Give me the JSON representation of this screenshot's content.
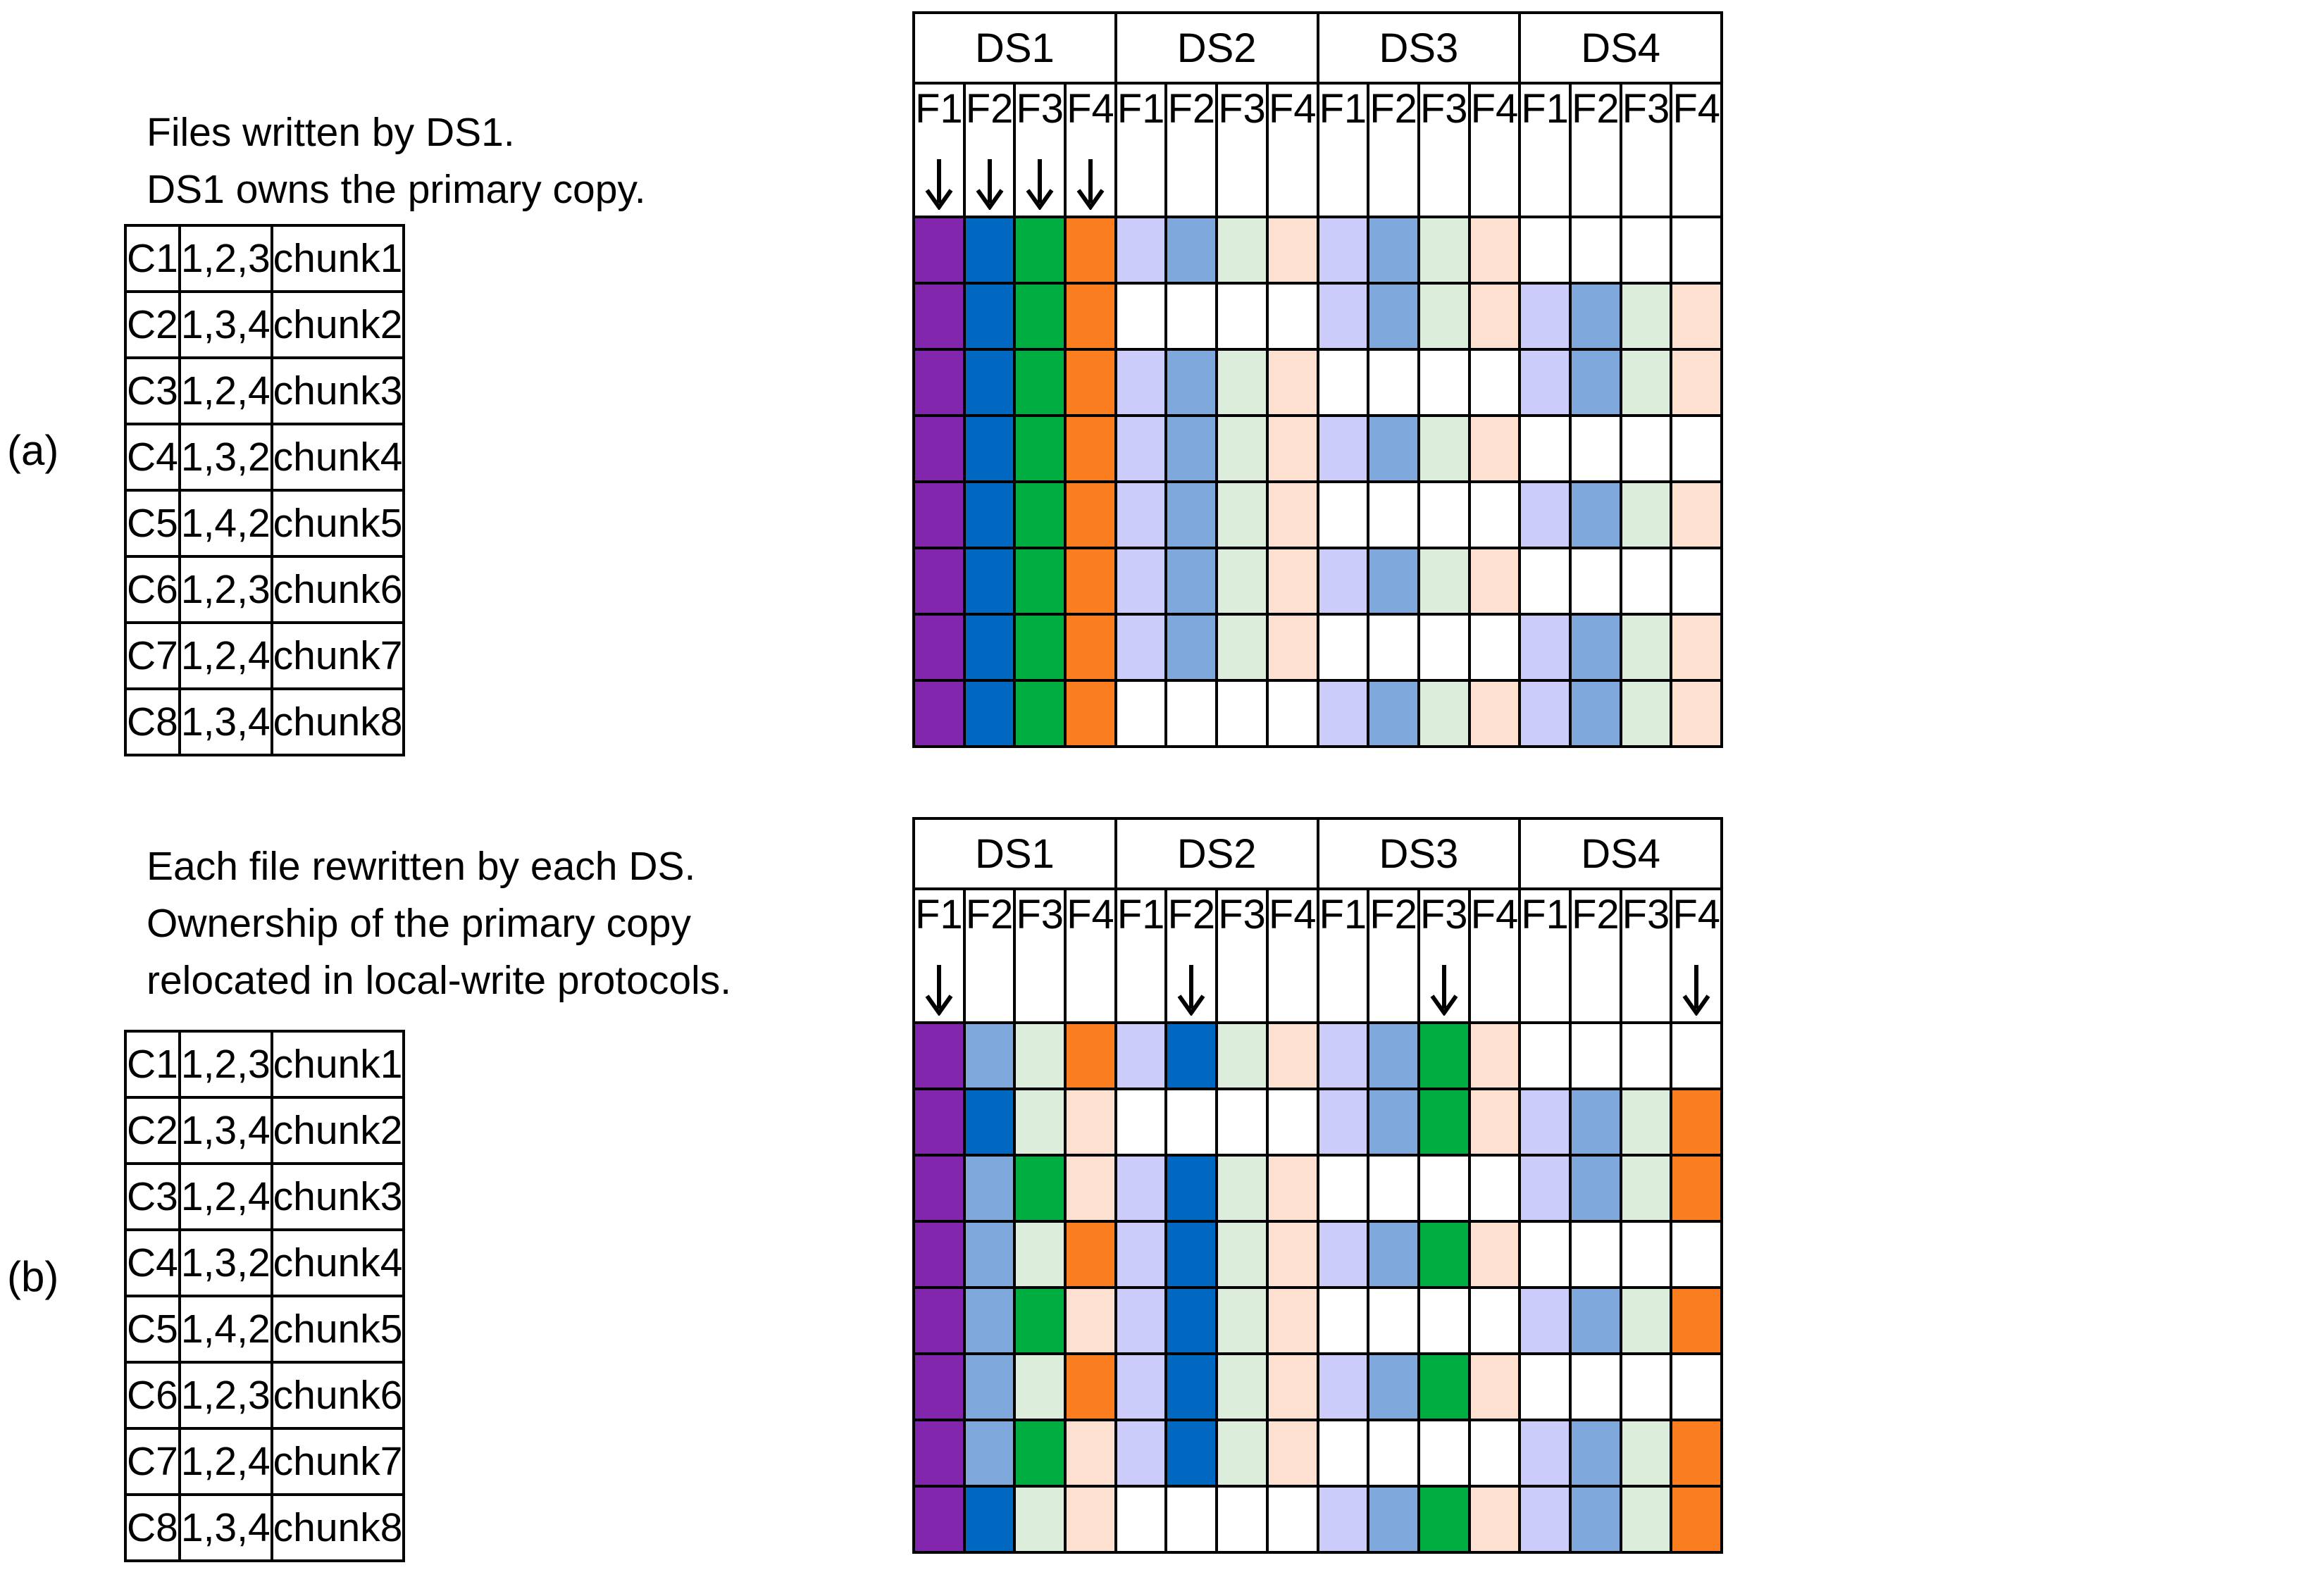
{
  "figure": {
    "panels": [
      {
        "label": "(a)",
        "caption_lines": [
          "Files written by DS1.",
          "DS1 owns the primary copy."
        ],
        "ds_groups": [
          "DS1",
          "DS2",
          "DS3",
          "DS4"
        ],
        "file_headers": [
          "F1",
          "F2",
          "F3",
          "F4"
        ],
        "arrow_columns": [
          0,
          1,
          2,
          3
        ],
        "arrow_icon": "down-arrow-icon",
        "rows": [
          {
            "chunk_id": "C1",
            "replicas": "1,2,3",
            "chunk_name": "chunk1",
            "cells": [
              "purple",
              "blue",
              "green",
              "orange",
              "lav",
              "lblue",
              "lgreen",
              "lpeach",
              "lav",
              "lblue",
              "lgreen",
              "lpeach",
              "white",
              "white",
              "white",
              "white"
            ]
          },
          {
            "chunk_id": "C2",
            "replicas": "1,3,4",
            "chunk_name": "chunk2",
            "cells": [
              "purple",
              "blue",
              "green",
              "orange",
              "white",
              "white",
              "white",
              "white",
              "lav",
              "lblue",
              "lgreen",
              "lpeach",
              "lav",
              "lblue",
              "lgreen",
              "lpeach"
            ]
          },
          {
            "chunk_id": "C3",
            "replicas": "1,2,4",
            "chunk_name": "chunk3",
            "cells": [
              "purple",
              "blue",
              "green",
              "orange",
              "lav",
              "lblue",
              "lgreen",
              "lpeach",
              "white",
              "white",
              "white",
              "white",
              "lav",
              "lblue",
              "lgreen",
              "lpeach"
            ]
          },
          {
            "chunk_id": "C4",
            "replicas": "1,3,2",
            "chunk_name": "chunk4",
            "cells": [
              "purple",
              "blue",
              "green",
              "orange",
              "lav",
              "lblue",
              "lgreen",
              "lpeach",
              "lav",
              "lblue",
              "lgreen",
              "lpeach",
              "white",
              "white",
              "white",
              "white"
            ]
          },
          {
            "chunk_id": "C5",
            "replicas": "1,4,2",
            "chunk_name": "chunk5",
            "cells": [
              "purple",
              "blue",
              "green",
              "orange",
              "lav",
              "lblue",
              "lgreen",
              "lpeach",
              "white",
              "white",
              "white",
              "white",
              "lav",
              "lblue",
              "lgreen",
              "lpeach"
            ]
          },
          {
            "chunk_id": "C6",
            "replicas": "1,2,3",
            "chunk_name": "chunk6",
            "cells": [
              "purple",
              "blue",
              "green",
              "orange",
              "lav",
              "lblue",
              "lgreen",
              "lpeach",
              "lav",
              "lblue",
              "lgreen",
              "lpeach",
              "white",
              "white",
              "white",
              "white"
            ]
          },
          {
            "chunk_id": "C7",
            "replicas": "1,2,4",
            "chunk_name": "chunk7",
            "cells": [
              "purple",
              "blue",
              "green",
              "orange",
              "lav",
              "lblue",
              "lgreen",
              "lpeach",
              "white",
              "white",
              "white",
              "white",
              "lav",
              "lblue",
              "lgreen",
              "lpeach"
            ]
          },
          {
            "chunk_id": "C8",
            "replicas": "1,3,4",
            "chunk_name": "chunk8",
            "cells": [
              "purple",
              "blue",
              "green",
              "orange",
              "white",
              "white",
              "white",
              "white",
              "lav",
              "lblue",
              "lgreen",
              "lpeach",
              "lav",
              "lblue",
              "lgreen",
              "lpeach"
            ]
          }
        ]
      },
      {
        "label": "(b)",
        "caption_lines": [
          "Each file rewritten by each DS.",
          "Ownership of the primary copy",
          "relocated in local-write protocols."
        ],
        "ds_groups": [
          "DS1",
          "DS2",
          "DS3",
          "DS4"
        ],
        "file_headers": [
          "F1",
          "F2",
          "F3",
          "F4"
        ],
        "arrow_columns": [
          0,
          5,
          10,
          15
        ],
        "arrow_icon": "down-arrow-icon",
        "rows": [
          {
            "chunk_id": "C1",
            "replicas": "1,2,3",
            "chunk_name": "chunk1",
            "cells": [
              "purple",
              "lblue",
              "lgreen",
              "orange",
              "lav",
              "blue",
              "lgreen",
              "lpeach",
              "lav",
              "lblue",
              "green",
              "lpeach",
              "white",
              "white",
              "white",
              "white"
            ]
          },
          {
            "chunk_id": "C2",
            "replicas": "1,3,4",
            "chunk_name": "chunk2",
            "cells": [
              "purple",
              "blue",
              "lgreen",
              "lpeach",
              "white",
              "white",
              "white",
              "white",
              "lav",
              "lblue",
              "green",
              "lpeach",
              "lav",
              "lblue",
              "lgreen",
              "orange"
            ]
          },
          {
            "chunk_id": "C3",
            "replicas": "1,2,4",
            "chunk_name": "chunk3",
            "cells": [
              "purple",
              "lblue",
              "green",
              "lpeach",
              "lav",
              "blue",
              "lgreen",
              "lpeach",
              "white",
              "white",
              "white",
              "white",
              "lav",
              "lblue",
              "lgreen",
              "orange"
            ]
          },
          {
            "chunk_id": "C4",
            "replicas": "1,3,2",
            "chunk_name": "chunk4",
            "cells": [
              "purple",
              "lblue",
              "lgreen",
              "orange",
              "lav",
              "blue",
              "lgreen",
              "lpeach",
              "lav",
              "lblue",
              "green",
              "lpeach",
              "white",
              "white",
              "white",
              "white"
            ]
          },
          {
            "chunk_id": "C5",
            "replicas": "1,4,2",
            "chunk_name": "chunk5",
            "cells": [
              "purple",
              "lblue",
              "green",
              "lpeach",
              "lav",
              "blue",
              "lgreen",
              "lpeach",
              "white",
              "white",
              "white",
              "white",
              "lav",
              "lblue",
              "lgreen",
              "orange"
            ]
          },
          {
            "chunk_id": "C6",
            "replicas": "1,2,3",
            "chunk_name": "chunk6",
            "cells": [
              "purple",
              "lblue",
              "lgreen",
              "orange",
              "lav",
              "blue",
              "lgreen",
              "lpeach",
              "lav",
              "lblue",
              "green",
              "lpeach",
              "white",
              "white",
              "white",
              "white"
            ]
          },
          {
            "chunk_id": "C7",
            "replicas": "1,2,4",
            "chunk_name": "chunk7",
            "cells": [
              "purple",
              "lblue",
              "green",
              "lpeach",
              "lav",
              "blue",
              "lgreen",
              "lpeach",
              "white",
              "white",
              "white",
              "white",
              "lav",
              "lblue",
              "lgreen",
              "orange"
            ]
          },
          {
            "chunk_id": "C8",
            "replicas": "1,3,4",
            "chunk_name": "chunk8",
            "cells": [
              "purple",
              "blue",
              "lgreen",
              "lpeach",
              "white",
              "white",
              "white",
              "white",
              "lav",
              "lblue",
              "green",
              "lpeach",
              "lav",
              "lblue",
              "lgreen",
              "orange"
            ]
          }
        ]
      }
    ],
    "colors": {
      "purple": "#8226AD",
      "blue": "#0068C0",
      "green": "#00AD41",
      "orange": "#FA7E20",
      "lav": "#CCCCFB",
      "lblue": "#7FA9DC",
      "lgreen": "#DCEDDB",
      "lpeach": "#FDE0D0",
      "white": "#FFFFFF",
      "border": "#000000"
    }
  }
}
